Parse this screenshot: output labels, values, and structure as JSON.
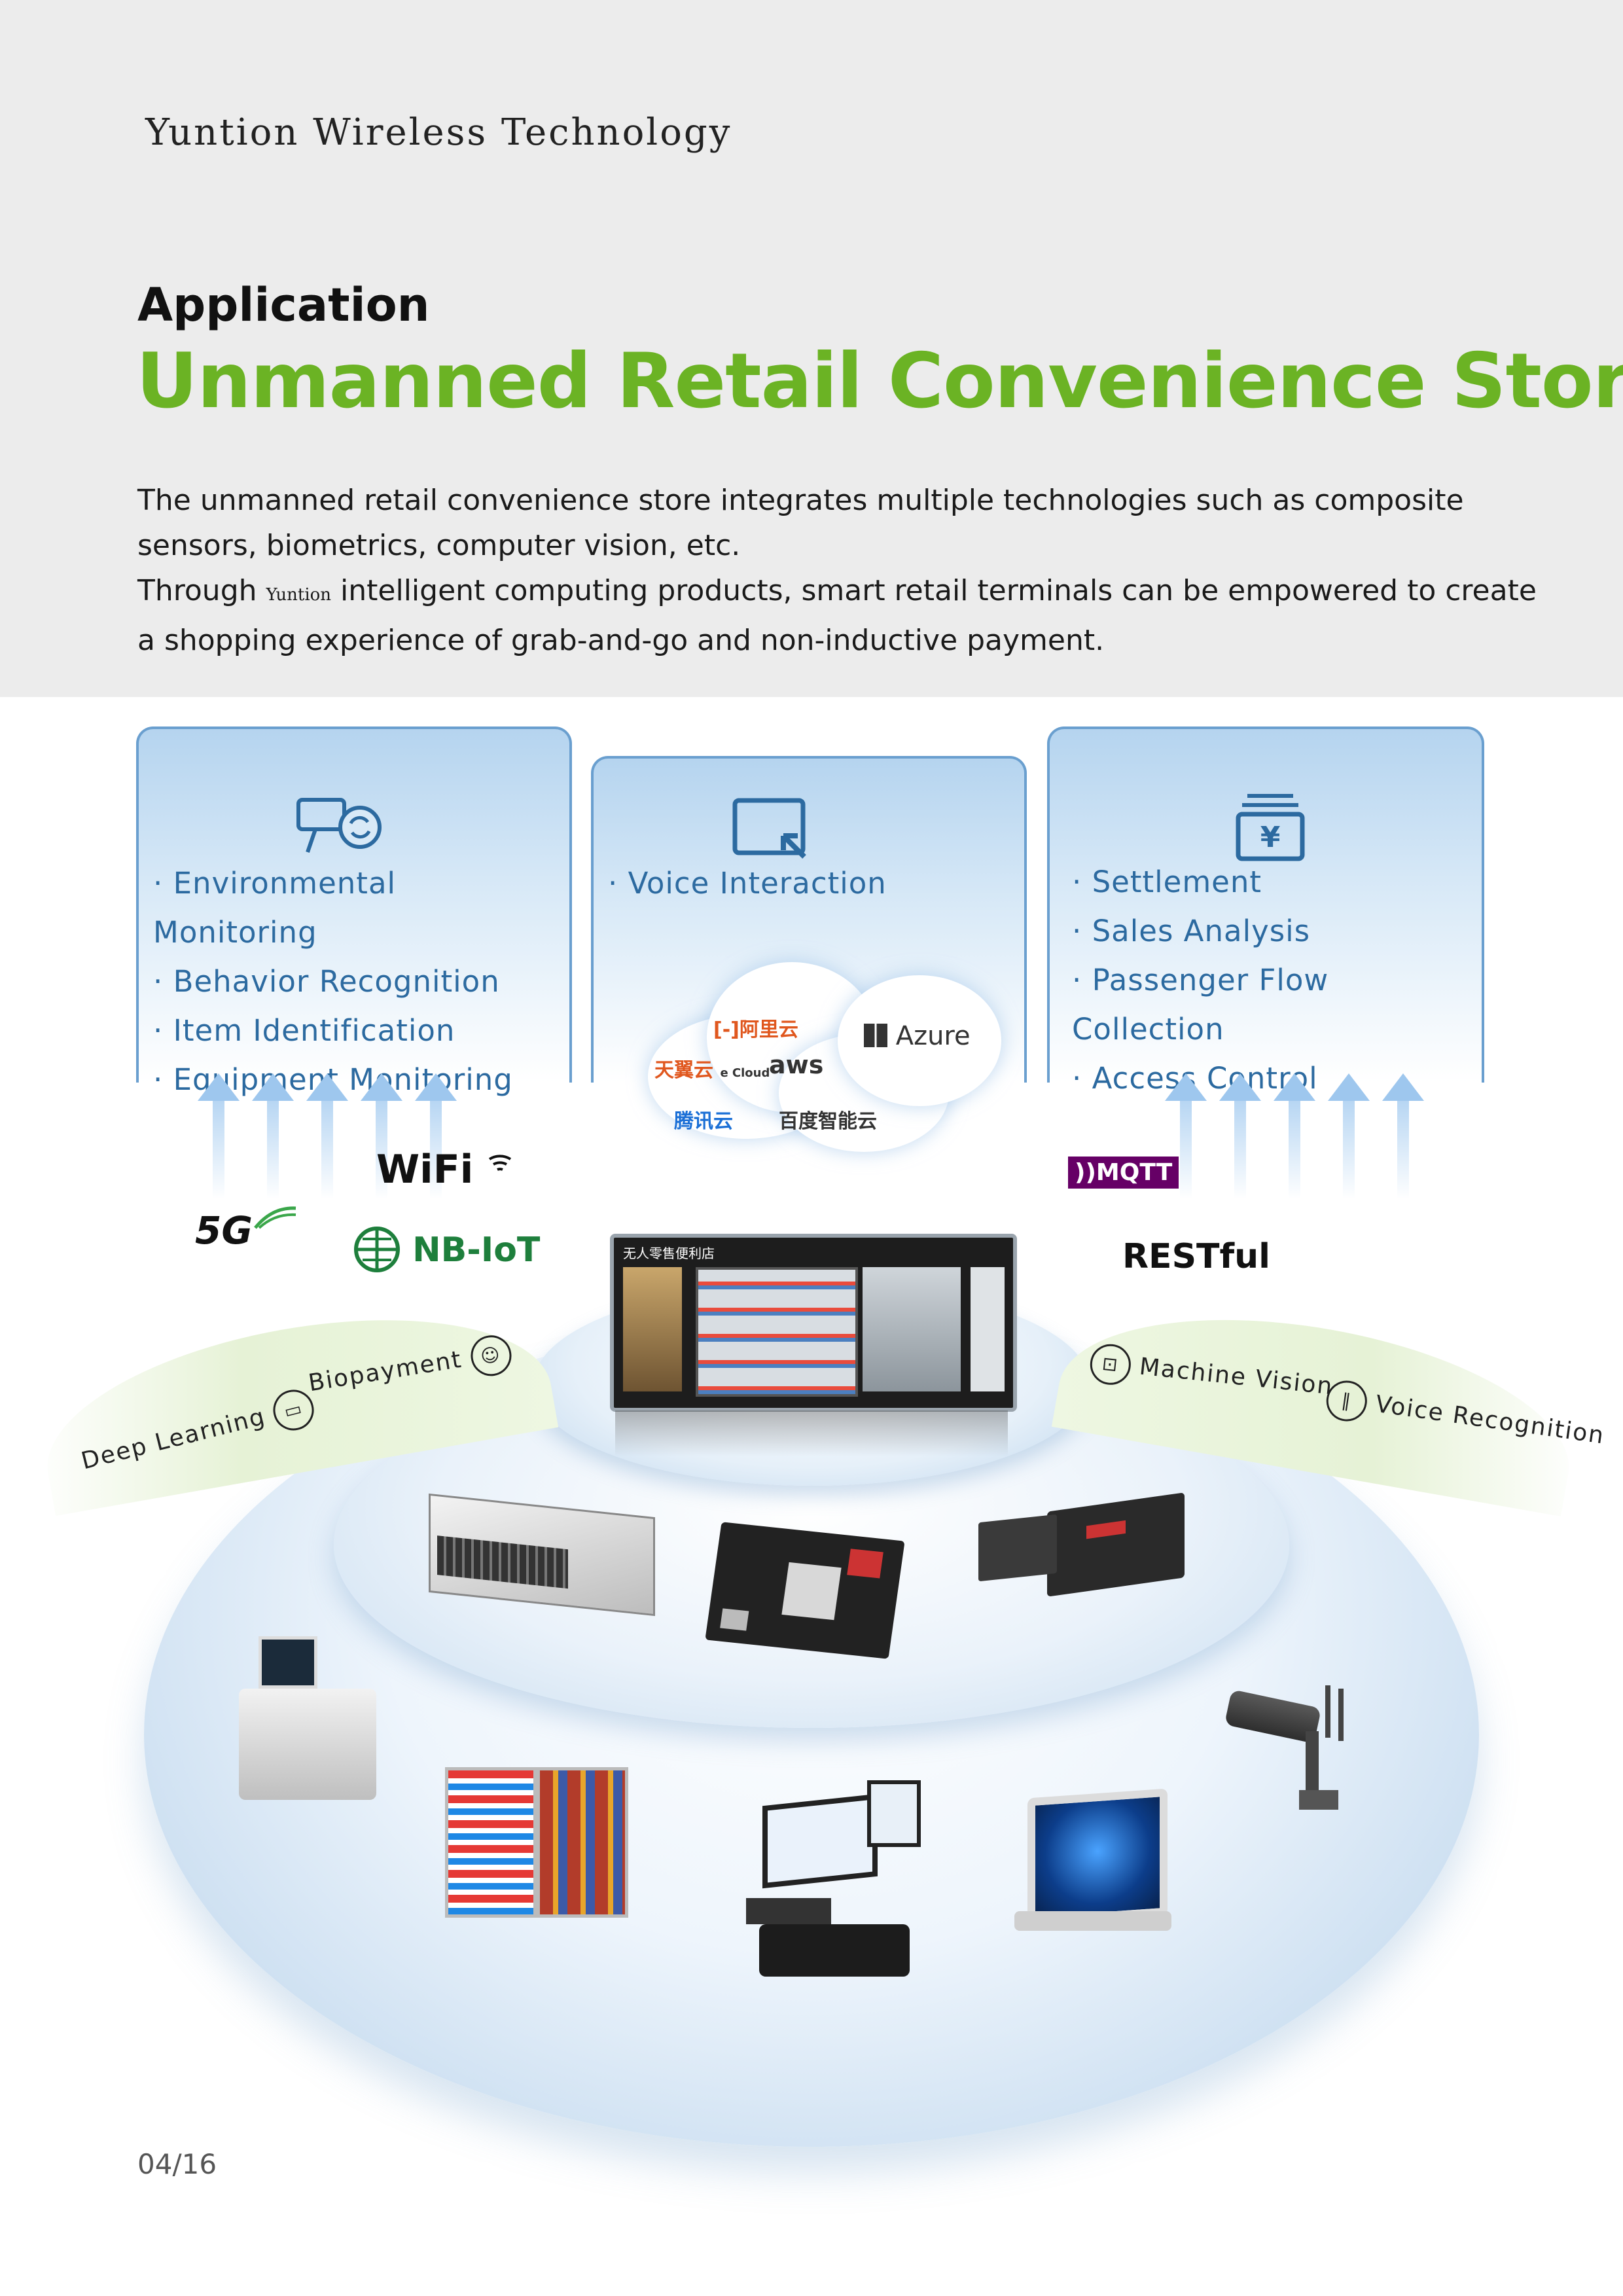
{
  "header": {
    "brand": "Yuntion Wireless Technology",
    "label": "Application",
    "title": "Unmanned Retail Convenience Store",
    "intro_line1": "The unmanned retail convenience store integrates multiple technologies such as composite sensors, biometrics, computer vision, etc.",
    "intro_line2_prefix": "Through ",
    "intro_line2_brand": "Yuntion",
    "intro_line2_suffix": " intelligent computing products, smart retail terminals can be empowered to create a shopping experience of grab-and-go and non-inductive payment."
  },
  "panels": {
    "left": {
      "icon": "camera-sync-icon",
      "items": [
        "Environmental Monitoring",
        "Behavior Recognition",
        "Item Identification",
        "Equipment Monitoring"
      ]
    },
    "center": {
      "icon": "screen-cursor-icon",
      "items": [
        "Voice Interaction"
      ]
    },
    "right": {
      "icon": "yuan-register-icon",
      "items": [
        "Settlement",
        "Sales Analysis",
        "Passenger Flow Collection",
        "Access Control"
      ]
    }
  },
  "cloud": {
    "aliyun": "[-]阿里云",
    "azure": "Azure",
    "tianyi": "天翼云",
    "tianyi_sub": "e Cloud",
    "aws": "aws",
    "tencent": "腾讯云",
    "baidu": "百度智能云"
  },
  "protocols": {
    "wifi": "WiFi",
    "fiveg": "5G",
    "nbiot": "NB-IoT",
    "mqtt": "MQTT",
    "restful": "RESTful"
  },
  "curves": {
    "deep_learning": "Deep Learning",
    "biopayment": "Biopayment",
    "machine_vision": "Machine Vision",
    "voice_recognition": "Voice Recognition"
  },
  "screen": {
    "title": "无人零售便利店"
  },
  "page_number": "04/16",
  "colors": {
    "green": "#6bb324",
    "blue_text": "#2c6aa0",
    "panel_border": "#6a9fcf"
  }
}
